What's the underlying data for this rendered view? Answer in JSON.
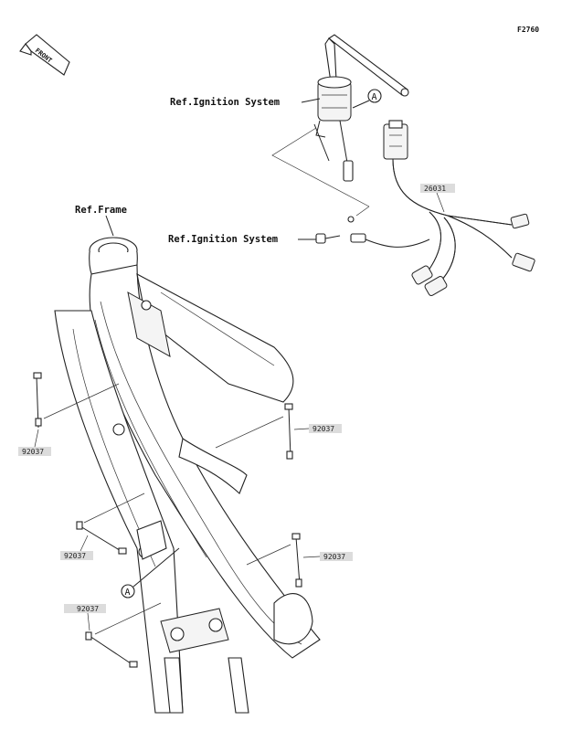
{
  "figure_id": "F2760",
  "front_label": "FRONT",
  "labels": {
    "ref_ignition_top": "Ref.Ignition System",
    "ref_ignition_mid": "Ref.Ignition System",
    "ref_frame": "Ref.Frame",
    "callout_a_top": "A",
    "callout_a_bottom": "A"
  },
  "part_numbers": {
    "harness": "26031",
    "clamp_left_top": "92037",
    "clamp_right_top": "92037",
    "clamp_left_mid": "92037",
    "clamp_right_mid": "92037",
    "clamp_left_bottom": "92037"
  }
}
